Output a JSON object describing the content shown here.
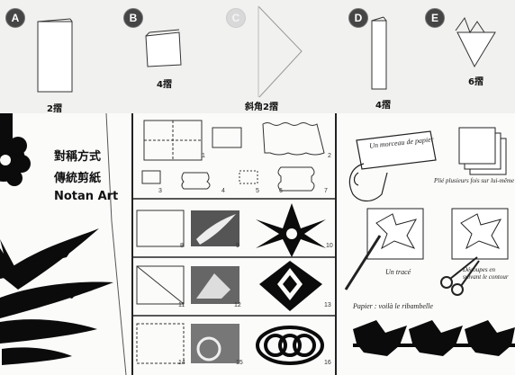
{
  "steps": [
    {
      "letter": "A",
      "label": "2摺"
    },
    {
      "letter": "B",
      "label": "4摺"
    },
    {
      "letter": "C",
      "label": "斜角2摺"
    },
    {
      "letter": "D",
      "label": "4摺"
    },
    {
      "letter": "E",
      "label": "6摺"
    }
  ],
  "book": {
    "title_line1": "對稱方式",
    "title_line2": "傳統剪紙",
    "title_line3": "Notan Art"
  },
  "instructions": {
    "paper_note": "Un morceau de papier",
    "fold_note": "Plié plusieurs fois sur lui-même",
    "trace_note": "Un tracé",
    "cut_note": "Découpes en suivant le contour",
    "garland_note": "Papier : voilà le ribambelle"
  },
  "numbers": {
    "n1": "1",
    "n2": "2",
    "n3": "3",
    "n4": "4",
    "n5": "5",
    "n6": "6",
    "n7": "7",
    "n8": "8",
    "n9": "9",
    "n10": "10",
    "n11": "11",
    "n12": "12",
    "n13": "13",
    "n14": "14",
    "n15": "15",
    "n16": "16"
  }
}
